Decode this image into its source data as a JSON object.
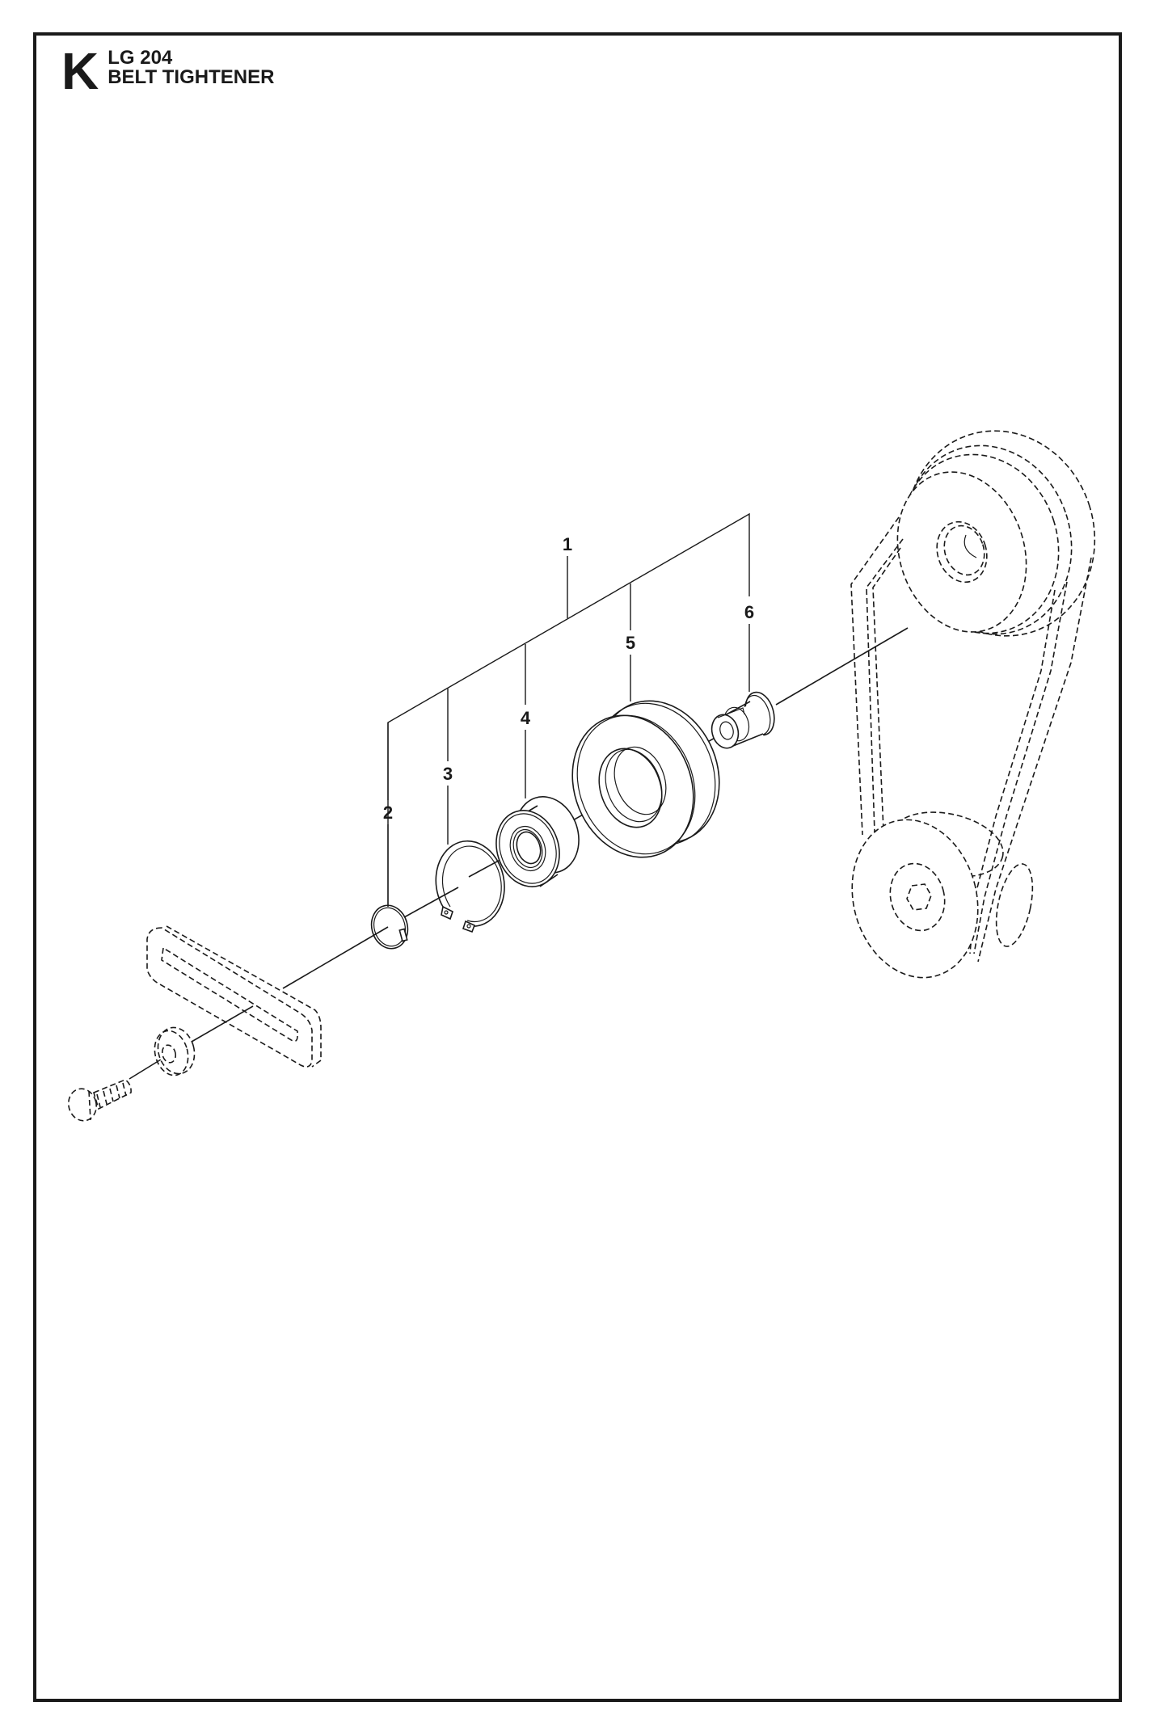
{
  "header": {
    "section_letter": "K",
    "model": "LG 204",
    "section_title": "BELT TIGHTENER"
  },
  "callouts": [
    {
      "number": "1",
      "part": "belt-tightener-assembly"
    },
    {
      "number": "2",
      "part": "snap-ring"
    },
    {
      "number": "3",
      "part": "circlip"
    },
    {
      "number": "4",
      "part": "ball-bearing"
    },
    {
      "number": "5",
      "part": "tensioner-pulley"
    },
    {
      "number": "6",
      "part": "spacer-bushing"
    }
  ],
  "colors": {
    "line": "#1a1a1a",
    "background": "#ffffff"
  }
}
